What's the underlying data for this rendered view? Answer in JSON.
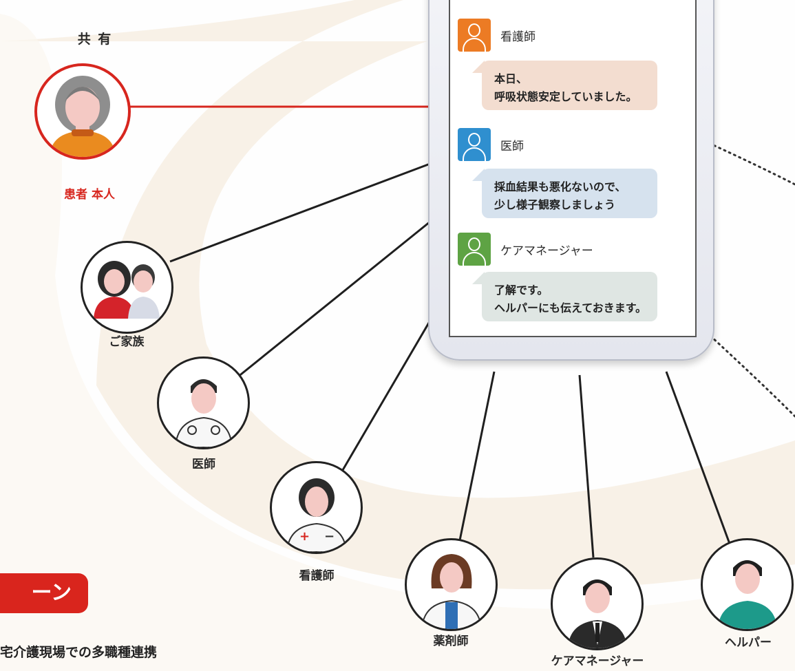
{
  "shared_label": "共 有",
  "patient_label": "患者 本人",
  "chat": [
    {
      "name": "看護師",
      "lines": [
        "本日、",
        "呼吸状態安定していました。"
      ],
      "icon": "nurse-icon",
      "color": "#ec7b24"
    },
    {
      "name": "医師",
      "lines": [
        "採血結果も悪化ないので、",
        "少し様子観察しましょう"
      ],
      "icon": "doctor-icon",
      "color": "#2f8fcf"
    },
    {
      "name": "ケアマネージャー",
      "lines": [
        "了解です。",
        "ヘルパーにも伝えておきます。"
      ],
      "icon": "care-manager-icon",
      "color": "#5ea344"
    }
  ],
  "members": {
    "family": "ご家族",
    "doctor": "医師",
    "nurse": "看護師",
    "pharmacist": "薬剤師",
    "care_manager": "ケアマネージャー",
    "helper": "ヘルパー"
  },
  "tag_text": "ーン",
  "caption": "宅介護現場での多職種連携",
  "colors": {
    "accent": "#d7261e",
    "arc": "#f6ece0",
    "line": "#1f1f1f"
  }
}
